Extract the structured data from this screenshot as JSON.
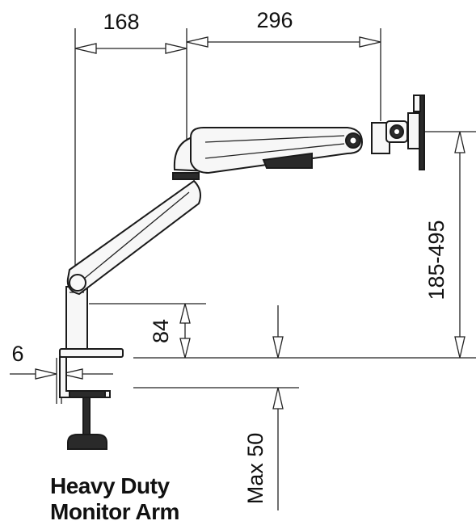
{
  "diagram": {
    "dimensions": {
      "top_left": "168",
      "top_right": "296",
      "height_range": "185-495",
      "base_height": "84",
      "clamp_offset": "6",
      "max_desk": "Max 50"
    },
    "caption_line1": "Heavy Duty",
    "caption_line2": "Monitor Arm"
  }
}
